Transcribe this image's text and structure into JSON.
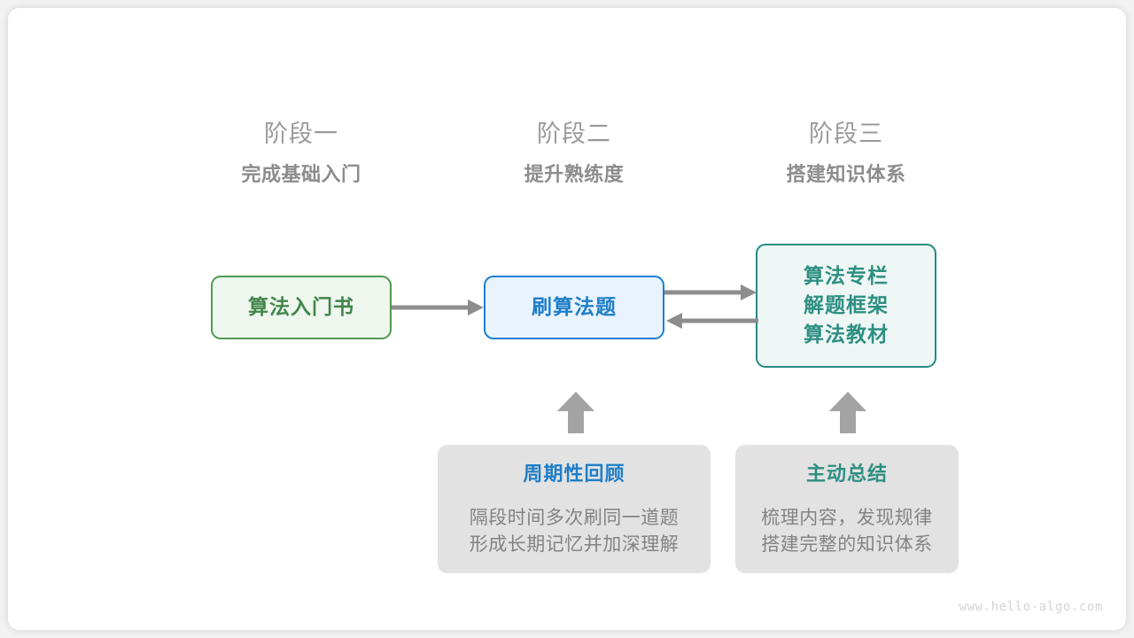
{
  "watermark": "www.hello-algo.com",
  "colors": {
    "canvas_bg": "#ffffff",
    "page_bg": "#f2f2f2",
    "green": "#42854a",
    "green_border": "#4f9a52",
    "green_fill": "#eef6ee",
    "blue": "#1e7ec8",
    "blue_border": "#1a7fd4",
    "blue_fill": "#e9f3fd",
    "teal": "#2e8f82",
    "teal_border": "#288b82",
    "teal_fill": "#eef7f5",
    "gray_text": "#838383",
    "gray_heading": "#8c8c8c",
    "gray_stage": "#9a9a9a",
    "card_fill": "#e2e2e2",
    "arrow": "#8d8d8d"
  },
  "stages": [
    {
      "number": "阶段一",
      "title": "完成基础入门"
    },
    {
      "number": "阶段二",
      "title": "提升熟练度"
    },
    {
      "number": "阶段三",
      "title": "搭建知识体系"
    }
  ],
  "flow_boxes": {
    "book": {
      "lines": [
        "算法入门书"
      ]
    },
    "practice": {
      "lines": [
        "刷算法题"
      ]
    },
    "resources": {
      "lines": [
        "算法专栏",
        "解题框架",
        "算法教材"
      ]
    }
  },
  "method_cards": [
    {
      "title": "周期性回顾",
      "body": [
        "隔段时间多次刷同一道题",
        "形成长期记忆并加深理解"
      ]
    },
    {
      "title": "主动总结",
      "body": [
        "梳理内容，发现规律",
        "搭建完整的知识体系"
      ]
    }
  ]
}
